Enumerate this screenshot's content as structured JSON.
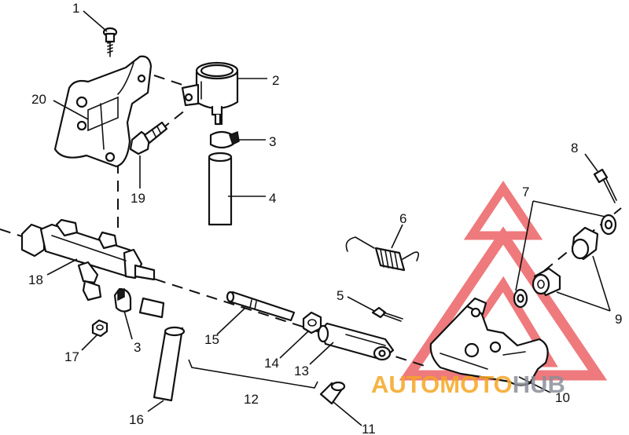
{
  "callouts": [
    {
      "id": "1",
      "label": "1"
    },
    {
      "id": "2",
      "label": "2"
    },
    {
      "id": "3a",
      "label": "3"
    },
    {
      "id": "3b",
      "label": "3"
    },
    {
      "id": "4",
      "label": "4"
    },
    {
      "id": "5",
      "label": "5"
    },
    {
      "id": "6",
      "label": "6"
    },
    {
      "id": "7",
      "label": "7"
    },
    {
      "id": "8",
      "label": "8"
    },
    {
      "id": "9",
      "label": "9"
    },
    {
      "id": "10",
      "label": "10"
    },
    {
      "id": "11",
      "label": "11"
    },
    {
      "id": "12",
      "label": "12"
    },
    {
      "id": "13",
      "label": "13"
    },
    {
      "id": "14",
      "label": "14"
    },
    {
      "id": "15",
      "label": "15"
    },
    {
      "id": "16",
      "label": "16"
    },
    {
      "id": "17",
      "label": "17"
    },
    {
      "id": "18",
      "label": "18"
    },
    {
      "id": "19",
      "label": "19"
    },
    {
      "id": "20",
      "label": "20"
    }
  ],
  "watermark": {
    "part1": "AUTO",
    "part2": "MOTO",
    "part3": "HUB",
    "color_orange": "#f5a623",
    "color_red": "#e8474c",
    "color_gray": "#8a8f99"
  }
}
